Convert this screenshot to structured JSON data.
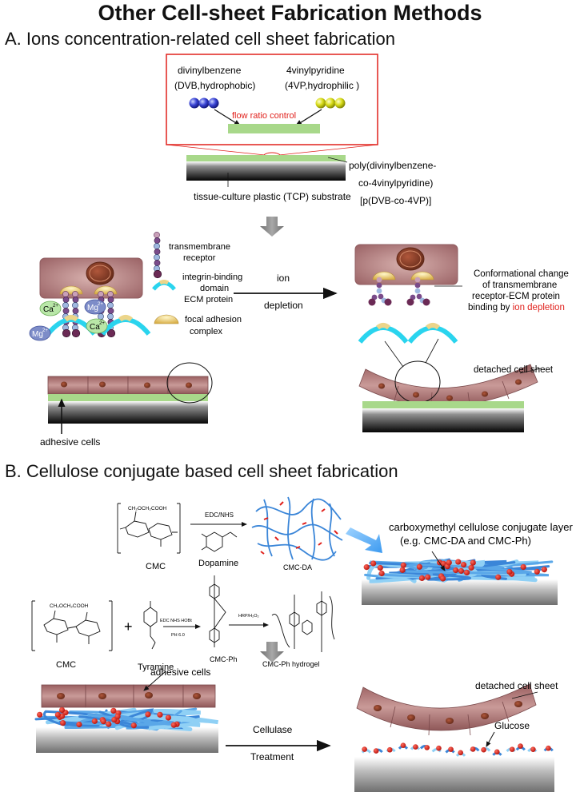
{
  "title": "Other Cell-sheet Fabrication Methods",
  "sectionA": {
    "heading": "A. Ions concentration-related cell sheet fabrication",
    "dvb_name": "divinylbenzene",
    "dvb_desc": "(DVB,hydrophobic)",
    "vp_name": "4vinylpyridine",
    "vp_desc": "(4VP,hydrophilic )",
    "flow": "flow ratio control",
    "copolymer_1": "poly(divinylbenzene-",
    "copolymer_2": "co-4vinylpyridine)",
    "copolymer_3": "[p(DVB-co-4VP)]",
    "substrate": "tissue-culture plastic (TCP) substrate",
    "legend_receptor_1": "transmembrane",
    "legend_receptor_2": "receptor",
    "legend_ecm_1": "integrin-binding",
    "legend_ecm_2": "domain",
    "legend_ecm_3": "ECM protein",
    "legend_fa_1": "focal adhesion",
    "legend_fa_2": "complex",
    "ion_ca": "Ca",
    "ion_mg": "Mg",
    "charge": "2+",
    "arrow_top": "ion",
    "arrow_bottom": "depletion",
    "conf_1": "Conformational change",
    "conf_2": "of transmembrane",
    "conf_3": "receptor-ECM protein",
    "conf_4a": "binding by ",
    "conf_4b": "ion depletion",
    "detached": "detached cell sheet",
    "adhesive": "adhesive cells"
  },
  "sectionB": {
    "heading": "B. Cellulose conjugate based cell sheet fabrication",
    "cmc_formula": "CH₂OCH₂COOH",
    "reagent1": "EDC/NHS",
    "cmc": "CMC",
    "dopamine": "Dopamine",
    "cmc_da": "CMC-DA",
    "reagent2a": "EDC NHS HOBt",
    "reagent2b": "PH 6.0",
    "reagent3": "HRP/H₂O₂",
    "tyramine": "Tyramine",
    "cmc_ph": "CMC-Ph",
    "hydrogel": "CMC-Ph hydrogel",
    "layer_1": "carboxymethyl cellulose conjugate layer",
    "layer_2": "(e.g. CMC-DA  and CMC-Ph)",
    "adhesive": "adhesive cells",
    "detached": "detached cell sheet",
    "glucose": "Glucose",
    "arrow_top": "Cellulase",
    "arrow_bottom": "Treatment"
  },
  "colors": {
    "red": "#e0201b",
    "green": "#a8d88a",
    "cyan": "#2ad4ee",
    "blue_fiber": "#3b86d8",
    "cell": "#b98383",
    "nucleus": "#8b3a2a",
    "fa_yellow": "#ecd58a",
    "arrow_gray": "#7a7a7a"
  }
}
